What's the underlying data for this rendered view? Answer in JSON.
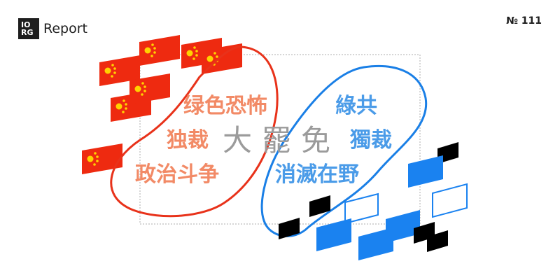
{
  "header": {
    "logo_top": "IO",
    "logo_bottom": "RG",
    "brand": "Report",
    "issue": "№ 111"
  },
  "center_text": "大罷免",
  "red_group": {
    "color": "#f28a66",
    "loop_color": "#e8321a",
    "words": [
      "绿色恐怖",
      "独裁",
      "政治斗争"
    ]
  },
  "blue_group": {
    "color": "#4a9be8",
    "loop_color": "#1a7fe6",
    "words": [
      "綠共",
      "獨裁",
      "消滅在野"
    ]
  },
  "icons": {
    "left_cluster": "china-flag-icon",
    "right_cluster": "blue-black-rectangle-icon"
  },
  "colors": {
    "flag_red": "#ee2a10",
    "flag_star": "#ffd200",
    "blue_fill": "#1a82f0",
    "black_fill": "#000000",
    "dotted_frame": "#c8c8c8"
  }
}
